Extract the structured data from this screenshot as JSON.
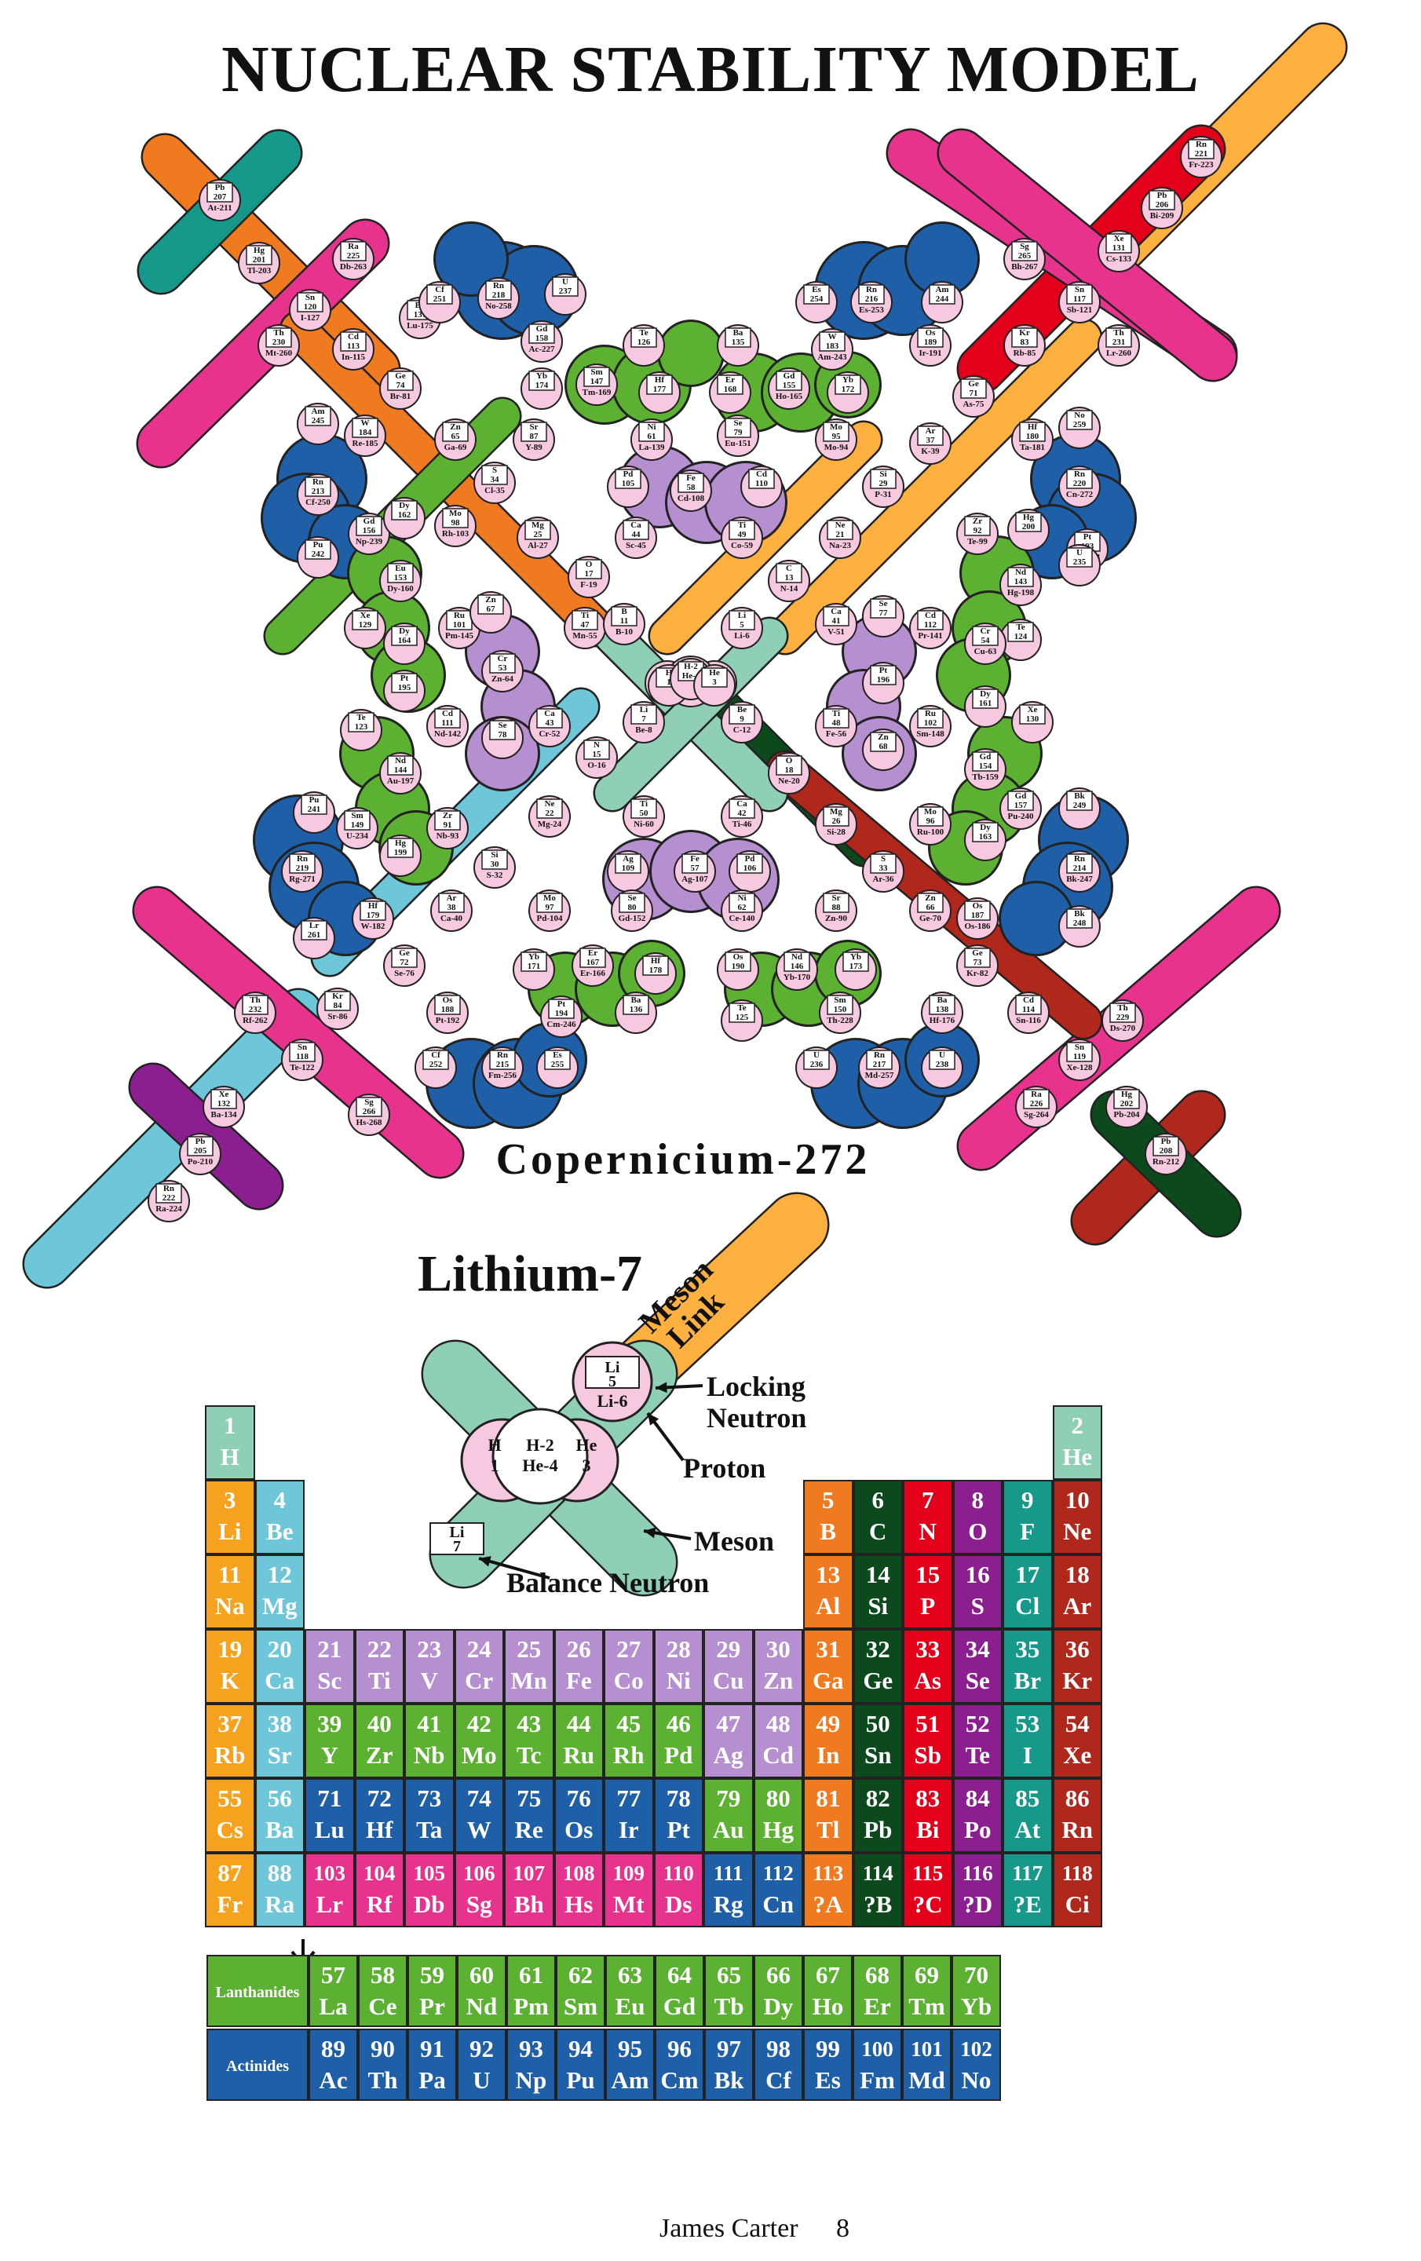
{
  "title": "NUCLEAR STABILITY MODEL",
  "model_caption": "Copernicium-272",
  "lithium_caption": "Lithium-7",
  "lithium": {
    "meson_link": [
      "Meson",
      "Link"
    ],
    "locking_neutron": [
      "Locking",
      "Neutron"
    ],
    "proton": "Proton",
    "meson": "Meson",
    "balance_neutron": "Balance Neutron",
    "li_top": [
      "Li",
      "5",
      "Li-6"
    ],
    "center": [
      "H-2",
      "He-4"
    ],
    "h1": [
      "H",
      "1"
    ],
    "he3": [
      "He",
      "3"
    ],
    "li_bottom": [
      "Li",
      "7"
    ]
  },
  "colors": {
    "orange": "#f6a21e",
    "cyan": "#6ec6d9",
    "lilac": "#b58fd0",
    "green": "#5db132",
    "blue": "#1f5fa8",
    "magenta": "#e8338e",
    "red": "#e3001b",
    "darkred": "#b0271b",
    "darkgreen": "#0c4a1e",
    "purple": "#8c1f8f",
    "teal": "#16988a",
    "amber": "#fbb040",
    "mint": "#8fcfb5",
    "pink": "#f7c9e0",
    "rustorange": "#f07a20"
  },
  "model_labels": [
    "Pb 207 At-211",
    "Hg 201 Tl-203",
    "Sn 120 I-127",
    "Th 230 Mt-260",
    "Ra 225 Db-263",
    "Cd 113 In-115",
    "Ba 137 Lu-175",
    "Ge 74 Br-81",
    "Cf 251",
    "Rn 218 No-258",
    "U 237",
    "Gd 158 Ac-227",
    "Yb 174",
    "Sm 147 Tm-169",
    "Hf 177",
    "Te 126",
    "Am 245",
    "W 184 Re-185",
    "Zn 65 Ga-69",
    "Sr 87 Y-89",
    "Rn 213 Cf-250",
    "S 34 Cl-35",
    "Ni 61 La-139",
    "Pu 242",
    "Pd 105",
    "Fe 58 Cd-108",
    "Gd 156 Np-239",
    "Dy 162",
    "Mo 98 Rh-103",
    "Mg 25 Al-27",
    "Ca 44 Sc-45",
    "Eu 153 Dy-160",
    "Xe 129",
    "O 17 F-19",
    "Ru 101 Pm-145",
    "Ti 47 Mn-55",
    "Dy 164",
    "Zn 67",
    "B 11 B-10",
    "H 1",
    "H-2 He-4",
    "He 3",
    "Cr 53 Zn-64",
    "Pt 195",
    "Li 7 Be-8",
    "Cd 111 Nd-142",
    "Ca 43 Cr-52",
    "Te 123",
    "Se 78",
    "N 15 O-16",
    "Nd 144 Au-197",
    "Ne 22 Mg-24",
    "Ti 50 Ni-60",
    "Pu 241",
    "Sm 149 U-234",
    "Zr 91 Nb-93",
    "Si 30 S-32",
    "Ag 109",
    "Hg 199",
    "Rn 219 Rg-271",
    "Ar 38 Ca-40",
    "Se 80 Gd-152",
    "Mo 97 Pd-104",
    "Hf 179 W-182",
    "Lr 261",
    "Ge 72 Se-76",
    "Er 167 Er-166",
    "Yb 171",
    "Hf 178",
    "Th 232 Rf-262",
    "Kr 84 Sr-86",
    "Os 188 Pt-192",
    "Pt 194 Cm-246",
    "Ba 136",
    "Sn 118 Te-122",
    "Cf 252",
    "Rn 215 Fm-256",
    "Es 255",
    "Xe 132 Ba-134",
    "Sg 266 Hs-268",
    "Pb 205 Po-210",
    "Rn 222 Ra-224",
    "Fe 57 Ag-107",
    "Pd 106",
    "Rn 221 Fr-223",
    "Pb 206 Bi-209",
    "Sg 265 Bh-267",
    "Xe 131 Cs-133",
    "Es 254",
    "Rn 216 Es-253",
    "Am 244",
    "Sn 117 Sb-121",
    "Ba 135",
    "W 183 Am-243",
    "Os 189 Ir-191",
    "Kr 83 Rb-85",
    "Th 231 Lr-260",
    "Er 168",
    "Gd 155 Ho-165",
    "Yb 172",
    "Ge 71 As-75",
    "Se 79 Eu-151",
    "Mo 95 Mo-94",
    "Ar 37 K-39",
    "Hf 180 Ta-181",
    "No 259",
    "Cd 110",
    "Rn 220 Cn-272",
    "Ti 49 Co-59",
    "Si 29 P-31",
    "Ne 21 Na-23",
    "Zr 92 Te-99",
    "Hg 200",
    "Pt 193 Pa-233",
    "C 13 N-14",
    "U 235",
    "Nd 143 Hg-198",
    "Li 5 Li-6",
    "Ca 41 V-51",
    "Se 77",
    "Cd 112 Pr-141",
    "Te 124",
    "Cr 54 Cu-63",
    "Pt 196",
    "Be 9 C-12",
    "Ti 48 Fe-56",
    "Zn 68",
    "Ru 102 Sm-148",
    "Dy 161",
    "Xe 130",
    "O 18 Ne-20",
    "Gd 154 Tb-159",
    "Ca 42 Ti-46",
    "Mg 26 Si-28",
    "Mo 96 Ru-100",
    "Gd 157 Pu-240",
    "Bk 249",
    "Dy 163",
    "S 33 Ar-36",
    "Rn 214 Bk-247",
    "Ni 62 Ce-140",
    "Sr 88 Zn-90",
    "Zn 66 Ge-70",
    "Os 187 Os-186",
    "Bk 248",
    "Nd 146 Yb-170",
    "Os 190",
    "Yb 173",
    "Ge 73 Kr-82",
    "Ba 138 Hf-176",
    "Sm 150 Th-228",
    "Te 125",
    "Cd 114 Sn-116",
    "Th 229 Ds-270",
    "U 236",
    "Rn 217 Md-257",
    "U 238",
    "Sn 119 Xe-128",
    "Ra 226 Sg-264",
    "Hg 202 Pb-204",
    "Pb 208 Rn-212"
  ],
  "periodic_table": [
    {
      "n": "1",
      "s": "H",
      "c": "mint",
      "r": 0,
      "col": 0
    },
    {
      "n": "2",
      "s": "He",
      "c": "mint",
      "r": 0,
      "col": 17
    },
    {
      "n": "3",
      "s": "Li",
      "c": "orange",
      "r": 1,
      "col": 0
    },
    {
      "n": "4",
      "s": "Be",
      "c": "cyan",
      "r": 1,
      "col": 1
    },
    {
      "n": "5",
      "s": "B",
      "c": "rustorange",
      "r": 1,
      "col": 12
    },
    {
      "n": "6",
      "s": "C",
      "c": "darkgreen",
      "r": 1,
      "col": 13
    },
    {
      "n": "7",
      "s": "N",
      "c": "red",
      "r": 1,
      "col": 14
    },
    {
      "n": "8",
      "s": "O",
      "c": "purple",
      "r": 1,
      "col": 15
    },
    {
      "n": "9",
      "s": "F",
      "c": "teal",
      "r": 1,
      "col": 16
    },
    {
      "n": "10",
      "s": "Ne",
      "c": "darkred",
      "r": 1,
      "col": 17
    },
    {
      "n": "11",
      "s": "Na",
      "c": "orange",
      "r": 2,
      "col": 0
    },
    {
      "n": "12",
      "s": "Mg",
      "c": "cyan",
      "r": 2,
      "col": 1
    },
    {
      "n": "13",
      "s": "Al",
      "c": "rustorange",
      "r": 2,
      "col": 12
    },
    {
      "n": "14",
      "s": "Si",
      "c": "darkgreen",
      "r": 2,
      "col": 13
    },
    {
      "n": "15",
      "s": "P",
      "c": "red",
      "r": 2,
      "col": 14
    },
    {
      "n": "16",
      "s": "S",
      "c": "purple",
      "r": 2,
      "col": 15
    },
    {
      "n": "17",
      "s": "Cl",
      "c": "teal",
      "r": 2,
      "col": 16
    },
    {
      "n": "18",
      "s": "Ar",
      "c": "darkred",
      "r": 2,
      "col": 17
    },
    {
      "n": "19",
      "s": "K",
      "c": "orange",
      "r": 3,
      "col": 0
    },
    {
      "n": "20",
      "s": "Ca",
      "c": "cyan",
      "r": 3,
      "col": 1
    },
    {
      "n": "21",
      "s": "Sc",
      "c": "lilac",
      "r": 3,
      "col": 2
    },
    {
      "n": "22",
      "s": "Ti",
      "c": "lilac",
      "r": 3,
      "col": 3
    },
    {
      "n": "23",
      "s": "V",
      "c": "lilac",
      "r": 3,
      "col": 4
    },
    {
      "n": "24",
      "s": "Cr",
      "c": "lilac",
      "r": 3,
      "col": 5
    },
    {
      "n": "25",
      "s": "Mn",
      "c": "lilac",
      "r": 3,
      "col": 6
    },
    {
      "n": "26",
      "s": "Fe",
      "c": "lilac",
      "r": 3,
      "col": 7
    },
    {
      "n": "27",
      "s": "Co",
      "c": "lilac",
      "r": 3,
      "col": 8
    },
    {
      "n": "28",
      "s": "Ni",
      "c": "lilac",
      "r": 3,
      "col": 9
    },
    {
      "n": "29",
      "s": "Cu",
      "c": "lilac",
      "r": 3,
      "col": 10
    },
    {
      "n": "30",
      "s": "Zn",
      "c": "lilac",
      "r": 3,
      "col": 11
    },
    {
      "n": "31",
      "s": "Ga",
      "c": "rustorange",
      "r": 3,
      "col": 12
    },
    {
      "n": "32",
      "s": "Ge",
      "c": "darkgreen",
      "r": 3,
      "col": 13
    },
    {
      "n": "33",
      "s": "As",
      "c": "red",
      "r": 3,
      "col": 14
    },
    {
      "n": "34",
      "s": "Se",
      "c": "purple",
      "r": 3,
      "col": 15
    },
    {
      "n": "35",
      "s": "Br",
      "c": "teal",
      "r": 3,
      "col": 16
    },
    {
      "n": "36",
      "s": "Kr",
      "c": "darkred",
      "r": 3,
      "col": 17
    },
    {
      "n": "37",
      "s": "Rb",
      "c": "orange",
      "r": 4,
      "col": 0
    },
    {
      "n": "38",
      "s": "Sr",
      "c": "cyan",
      "r": 4,
      "col": 1
    },
    {
      "n": "39",
      "s": "Y",
      "c": "green",
      "r": 4,
      "col": 2
    },
    {
      "n": "40",
      "s": "Zr",
      "c": "green",
      "r": 4,
      "col": 3
    },
    {
      "n": "41",
      "s": "Nb",
      "c": "green",
      "r": 4,
      "col": 4
    },
    {
      "n": "42",
      "s": "Mo",
      "c": "green",
      "r": 4,
      "col": 5
    },
    {
      "n": "43",
      "s": "Tc",
      "c": "green",
      "r": 4,
      "col": 6
    },
    {
      "n": "44",
      "s": "Ru",
      "c": "green",
      "r": 4,
      "col": 7
    },
    {
      "n": "45",
      "s": "Rh",
      "c": "green",
      "r": 4,
      "col": 8
    },
    {
      "n": "46",
      "s": "Pd",
      "c": "green",
      "r": 4,
      "col": 9
    },
    {
      "n": "47",
      "s": "Ag",
      "c": "lilac",
      "r": 4,
      "col": 10
    },
    {
      "n": "48",
      "s": "Cd",
      "c": "lilac",
      "r": 4,
      "col": 11
    },
    {
      "n": "49",
      "s": "In",
      "c": "rustorange",
      "r": 4,
      "col": 12
    },
    {
      "n": "50",
      "s": "Sn",
      "c": "darkgreen",
      "r": 4,
      "col": 13
    },
    {
      "n": "51",
      "s": "Sb",
      "c": "red",
      "r": 4,
      "col": 14
    },
    {
      "n": "52",
      "s": "Te",
      "c": "purple",
      "r": 4,
      "col": 15
    },
    {
      "n": "53",
      "s": "I",
      "c": "teal",
      "r": 4,
      "col": 16
    },
    {
      "n": "54",
      "s": "Xe",
      "c": "darkred",
      "r": 4,
      "col": 17
    },
    {
      "n": "55",
      "s": "Cs",
      "c": "orange",
      "r": 5,
      "col": 0
    },
    {
      "n": "56",
      "s": "Ba",
      "c": "cyan",
      "r": 5,
      "col": 1
    },
    {
      "n": "71",
      "s": "Lu",
      "c": "blue",
      "r": 5,
      "col": 2
    },
    {
      "n": "72",
      "s": "Hf",
      "c": "blue",
      "r": 5,
      "col": 3
    },
    {
      "n": "73",
      "s": "Ta",
      "c": "blue",
      "r": 5,
      "col": 4
    },
    {
      "n": "74",
      "s": "W",
      "c": "blue",
      "r": 5,
      "col": 5
    },
    {
      "n": "75",
      "s": "Re",
      "c": "blue",
      "r": 5,
      "col": 6
    },
    {
      "n": "76",
      "s": "Os",
      "c": "blue",
      "r": 5,
      "col": 7
    },
    {
      "n": "77",
      "s": "Ir",
      "c": "blue",
      "r": 5,
      "col": 8
    },
    {
      "n": "78",
      "s": "Pt",
      "c": "blue",
      "r": 5,
      "col": 9
    },
    {
      "n": "79",
      "s": "Au",
      "c": "green",
      "r": 5,
      "col": 10
    },
    {
      "n": "80",
      "s": "Hg",
      "c": "green",
      "r": 5,
      "col": 11
    },
    {
      "n": "81",
      "s": "Tl",
      "c": "rustorange",
      "r": 5,
      "col": 12
    },
    {
      "n": "82",
      "s": "Pb",
      "c": "darkgreen",
      "r": 5,
      "col": 13
    },
    {
      "n": "83",
      "s": "Bi",
      "c": "red",
      "r": 5,
      "col": 14
    },
    {
      "n": "84",
      "s": "Po",
      "c": "purple",
      "r": 5,
      "col": 15
    },
    {
      "n": "85",
      "s": "At",
      "c": "teal",
      "r": 5,
      "col": 16
    },
    {
      "n": "86",
      "s": "Rn",
      "c": "darkred",
      "r": 5,
      "col": 17
    },
    {
      "n": "87",
      "s": "Fr",
      "c": "orange",
      "r": 6,
      "col": 0
    },
    {
      "n": "88",
      "s": "Ra",
      "c": "cyan",
      "r": 6,
      "col": 1
    },
    {
      "n": "103",
      "s": "Lr",
      "c": "magenta",
      "r": 6,
      "col": 2
    },
    {
      "n": "104",
      "s": "Rf",
      "c": "magenta",
      "r": 6,
      "col": 3
    },
    {
      "n": "105",
      "s": "Db",
      "c": "magenta",
      "r": 6,
      "col": 4
    },
    {
      "n": "106",
      "s": "Sg",
      "c": "magenta",
      "r": 6,
      "col": 5
    },
    {
      "n": "107",
      "s": "Bh",
      "c": "magenta",
      "r": 6,
      "col": 6
    },
    {
      "n": "108",
      "s": "Hs",
      "c": "magenta",
      "r": 6,
      "col": 7
    },
    {
      "n": "109",
      "s": "Mt",
      "c": "magenta",
      "r": 6,
      "col": 8
    },
    {
      "n": "110",
      "s": "Ds",
      "c": "magenta",
      "r": 6,
      "col": 9
    },
    {
      "n": "111",
      "s": "Rg",
      "c": "blue",
      "r": 6,
      "col": 10
    },
    {
      "n": "112",
      "s": "Cn",
      "c": "blue",
      "r": 6,
      "col": 11
    },
    {
      "n": "113",
      "s": "?A",
      "c": "rustorange",
      "r": 6,
      "col": 12
    },
    {
      "n": "114",
      "s": "?B",
      "c": "darkgreen",
      "r": 6,
      "col": 13
    },
    {
      "n": "115",
      "s": "?C",
      "c": "red",
      "r": 6,
      "col": 14
    },
    {
      "n": "116",
      "s": "?D",
      "c": "purple",
      "r": 6,
      "col": 15
    },
    {
      "n": "117",
      "s": "?E",
      "c": "teal",
      "r": 6,
      "col": 16
    },
    {
      "n": "118",
      "s": "Ci",
      "c": "darkred",
      "r": 6,
      "col": 17
    }
  ],
  "lanthanides": {
    "label": "Lanthanides",
    "cells": [
      {
        "n": "57",
        "s": "La"
      },
      {
        "n": "58",
        "s": "Ce"
      },
      {
        "n": "59",
        "s": "Pr"
      },
      {
        "n": "60",
        "s": "Nd"
      },
      {
        "n": "61",
        "s": "Pm"
      },
      {
        "n": "62",
        "s": "Sm"
      },
      {
        "n": "63",
        "s": "Eu"
      },
      {
        "n": "64",
        "s": "Gd"
      },
      {
        "n": "65",
        "s": "Tb"
      },
      {
        "n": "66",
        "s": "Dy"
      },
      {
        "n": "67",
        "s": "Ho"
      },
      {
        "n": "68",
        "s": "Er"
      },
      {
        "n": "69",
        "s": "Tm"
      },
      {
        "n": "70",
        "s": "Yb"
      }
    ]
  },
  "actinides": {
    "label": "Actinides",
    "cells": [
      {
        "n": "89",
        "s": "Ac"
      },
      {
        "n": "90",
        "s": "Th"
      },
      {
        "n": "91",
        "s": "Pa"
      },
      {
        "n": "92",
        "s": "U"
      },
      {
        "n": "93",
        "s": "Np"
      },
      {
        "n": "94",
        "s": "Pu"
      },
      {
        "n": "95",
        "s": "Am"
      },
      {
        "n": "96",
        "s": "Cm"
      },
      {
        "n": "97",
        "s": "Bk"
      },
      {
        "n": "98",
        "s": "Cf"
      },
      {
        "n": "99",
        "s": "Es"
      },
      {
        "n": "100",
        "s": "Fm"
      },
      {
        "n": "101",
        "s": "Md"
      },
      {
        "n": "102",
        "s": "No"
      }
    ]
  },
  "footer": {
    "author": "James Carter",
    "page": "8"
  }
}
